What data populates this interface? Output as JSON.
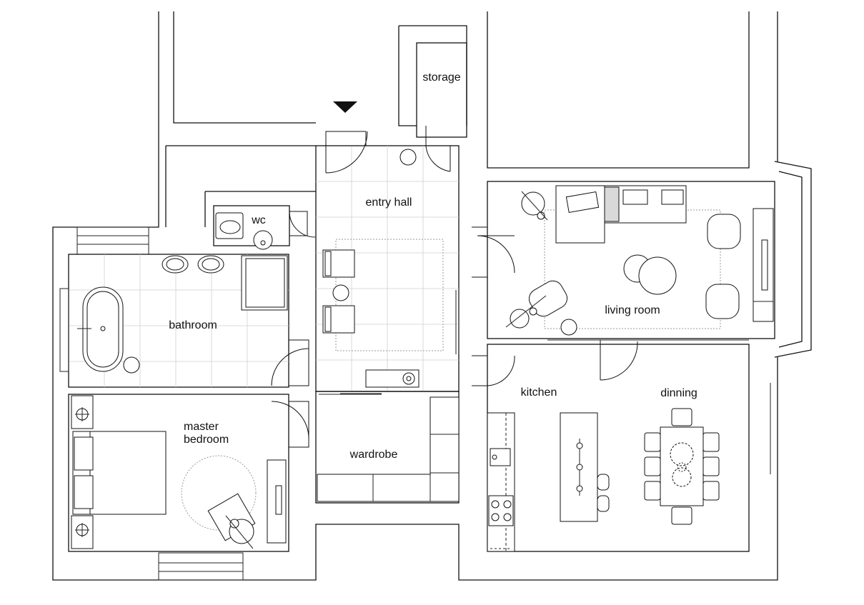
{
  "plan": {
    "rooms": {
      "storage": "storage",
      "entry_hall": "entry hall",
      "wc": "wc",
      "bathroom": "bathroom",
      "living_room": "living room",
      "kitchen": "kitchen",
      "dinning": "dinning",
      "master_bedroom_line1": "master",
      "master_bedroom_line2": "bedroom",
      "wardrobe": "wardrobe"
    }
  }
}
